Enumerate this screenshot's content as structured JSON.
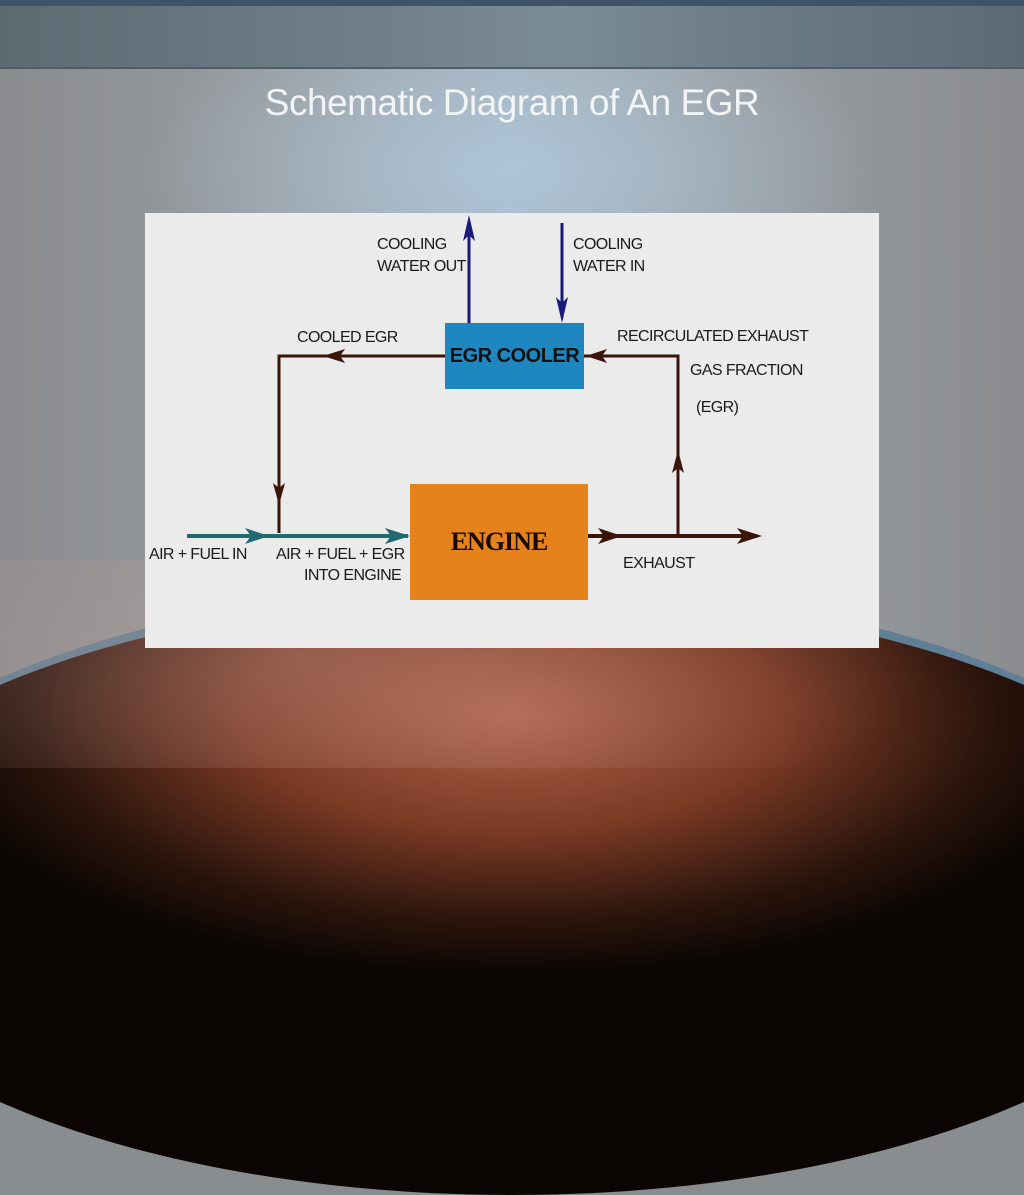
{
  "slide": {
    "title": "Schematic Diagram of An EGR"
  },
  "diagram": {
    "boxes": {
      "egr_cooler": "EGR COOLER",
      "engine": "ENGINE"
    },
    "labels": {
      "cooling_water_out_1": "COOLING",
      "cooling_water_out_2": "WATER OUT",
      "cooling_water_in_1": "COOLING",
      "cooling_water_in_2": "WATER IN",
      "cooled_egr": "COOLED EGR",
      "recirculated_1": "RECIRCULATED EXHAUST",
      "recirculated_2": "GAS FRACTION",
      "recirculated_3": "(EGR)",
      "air_fuel_in": "AIR + FUEL IN",
      "air_fuel_egr_1": "AIR + FUEL + EGR",
      "air_fuel_egr_2": "INTO ENGINE",
      "exhaust": "EXHAUST"
    },
    "colors": {
      "cooler_fill": "#1e87bf",
      "engine_fill": "#e5831a",
      "water_arrow": "#1a1a7a",
      "exhaust_arrow": "#4a1e0c",
      "intake_arrow": "#1f6a6e",
      "panel_bg": "#ebebeb"
    },
    "flows": [
      {
        "from": "EGR COOLER",
        "to": "out",
        "label": "COOLING WATER OUT"
      },
      {
        "from": "in",
        "to": "EGR COOLER",
        "label": "COOLING WATER IN"
      },
      {
        "from": "EGR COOLER",
        "to": "intake",
        "label": "COOLED EGR"
      },
      {
        "from": "exhaust",
        "to": "EGR COOLER",
        "label": "RECIRCULATED EXHAUST GAS FRACTION (EGR)"
      },
      {
        "from": "in",
        "to": "ENGINE",
        "label": "AIR + FUEL IN"
      },
      {
        "from": "intake",
        "to": "ENGINE",
        "label": "AIR + FUEL + EGR INTO ENGINE"
      },
      {
        "from": "ENGINE",
        "to": "out",
        "label": "EXHAUST"
      }
    ]
  }
}
